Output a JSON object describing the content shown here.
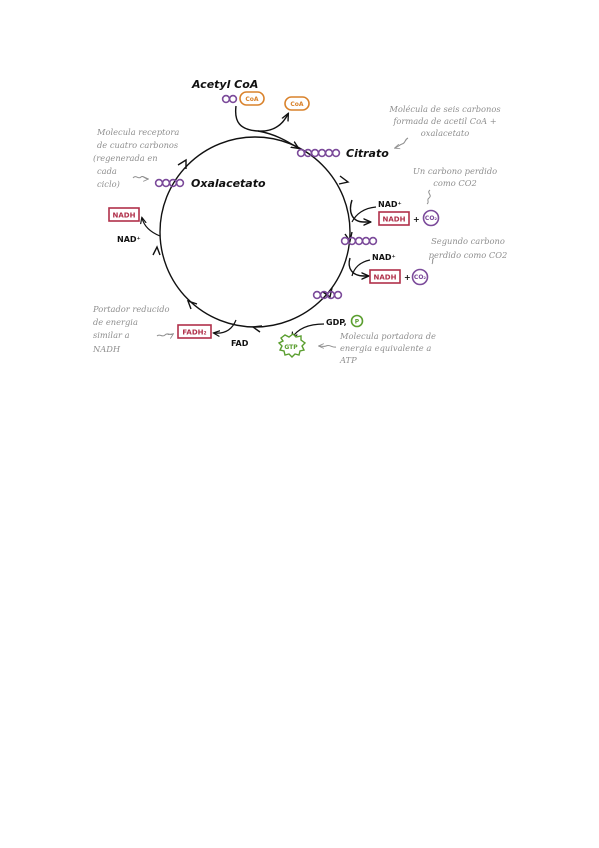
{
  "molecules": {
    "acetyl_coa": "Acetyl CoA",
    "citrato": "Citrato",
    "oxalacetato": "Oxalacetato",
    "coa": "CoA",
    "nad_plus": "NAD⁺",
    "nadh": "NADH",
    "co2": "CO₂",
    "fad": "FAD",
    "fadh2": "FADH₂",
    "gdp": "GDP,",
    "pi": "P",
    "gtp": "GTP",
    "plus": "+"
  },
  "notes": {
    "six_carbon": [
      "Molécula de seis carbonos",
      "formada de acetil CoA +",
      "oxalacetato"
    ],
    "carbon_lost": [
      "Un carbono perdido",
      "como CO2"
    ],
    "second_carbon": [
      "Segundo carbono",
      "perdido como CO2"
    ],
    "acceptor": [
      "Molecula receptora",
      "de cuatro carbonos",
      "(regenerada en",
      "cada",
      "ciclo)"
    ],
    "fadh2_note": [
      "Portador reducido",
      "de energia",
      "similar a",
      "NADH"
    ],
    "gtp_note": [
      "Molecula portadora de",
      "energia equivalente a",
      "ATP"
    ]
  },
  "colors": {
    "line": "#111111",
    "bead_purple": "#7b4a9a",
    "nadh_box": "#b0304a",
    "coa_orange": "#d9822b",
    "pi_green": "#5a9e2f",
    "note_gray": "#8f8f8f"
  },
  "icons": [
    "chain-beads-icon",
    "burst-icon",
    "arrow-icon"
  ]
}
